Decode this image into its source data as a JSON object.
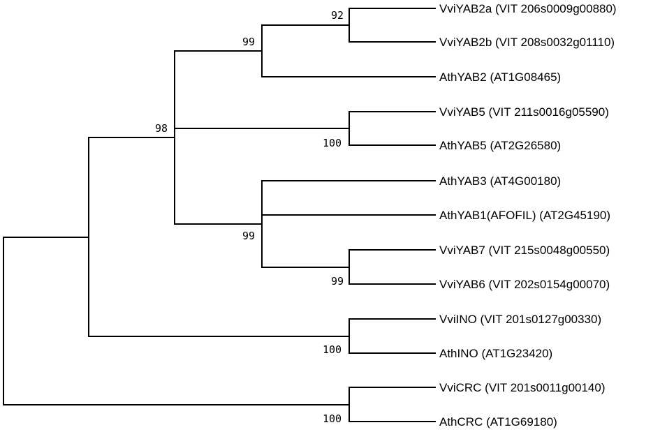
{
  "tree": {
    "line_color": "#000000",
    "leaves": [
      {
        "id": "yab2a",
        "label": "VviYAB2a (VIT 206s0009g00880)"
      },
      {
        "id": "yab2b",
        "label": "VviYAB2b (VIT 208s0032g01110)"
      },
      {
        "id": "athyab2",
        "label": "AthYAB2 (AT1G08465)"
      },
      {
        "id": "vviyab5",
        "label": "VviYAB5 (VIT 211s0016g05590)"
      },
      {
        "id": "athyab5",
        "label": "AthYAB5 (AT2G26580)"
      },
      {
        "id": "athyab3",
        "label": "AthYAB3 (AT4G00180)"
      },
      {
        "id": "athyab1",
        "label": "AthYAB1(AFOFIL) (AT2G45190)"
      },
      {
        "id": "vviyab7",
        "label": "VviYAB7 (VIT 215s0048g00550)"
      },
      {
        "id": "vviyab6",
        "label": "VviYAB6 (VIT 202s0154g00070)"
      },
      {
        "id": "vviino",
        "label": "VviINO (VIT 201s0127g00330)"
      },
      {
        "id": "athino",
        "label": "AthINO (AT1G23420)"
      },
      {
        "id": "vvicrc",
        "label": "VviCRC (VIT 201s0011g00140)"
      },
      {
        "id": "athcrc",
        "label": "AthCRC (AT1G69180)"
      }
    ],
    "bootstrap": [
      {
        "node": "yab2-pair",
        "value": "92"
      },
      {
        "node": "yab2-clade",
        "value": "99"
      },
      {
        "node": "yab5-pair",
        "value": "100"
      },
      {
        "node": "yab-major",
        "value": "98"
      },
      {
        "node": "yab3-yab1-clade",
        "value": "99"
      },
      {
        "node": "yab7-yab6-pair",
        "value": "99"
      },
      {
        "node": "ino-pair",
        "value": "100"
      },
      {
        "node": "crc-pair",
        "value": "100"
      }
    ]
  }
}
